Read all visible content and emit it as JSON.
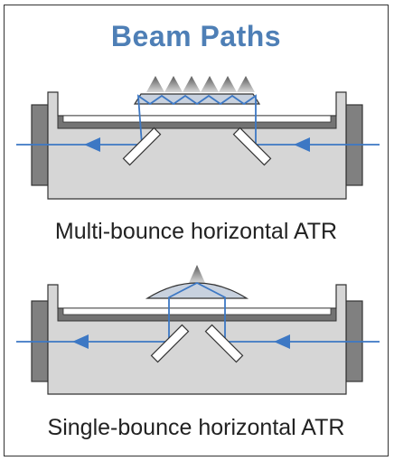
{
  "title": "Beam Paths",
  "colors": {
    "title": "#4e7fb6",
    "beam": "#3d78c4",
    "housing": "#d6d6d6",
    "side_block": "#808080",
    "tray": "#737373",
    "crystal": "#c8d1de",
    "sample_peak": "#7a7a7a",
    "mirror": "#ffffff",
    "outline": "#333333"
  },
  "panels": [
    {
      "caption": "Multi-bounce horizontal ATR",
      "type": "multi-bounce"
    },
    {
      "caption": "Single-bounce horizontal ATR",
      "type": "single-bounce"
    }
  ]
}
